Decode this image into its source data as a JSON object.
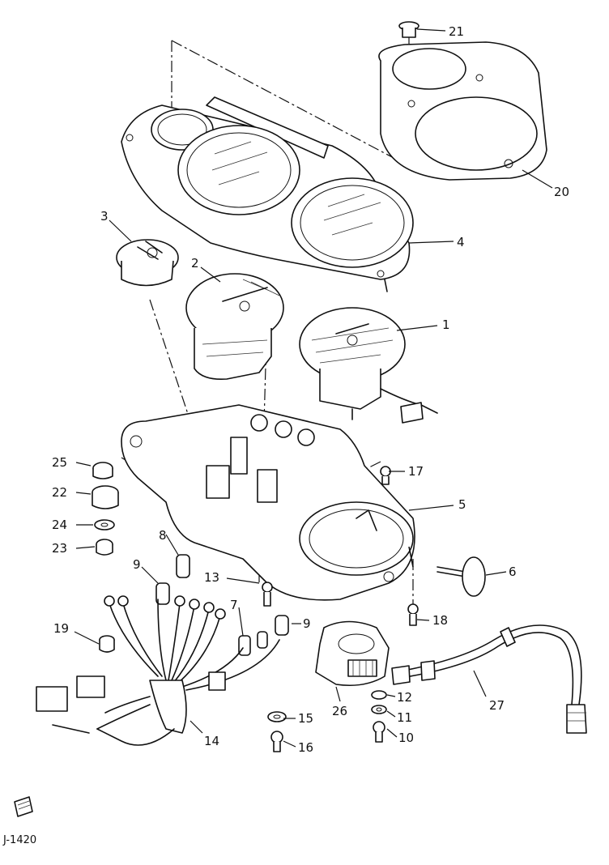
{
  "diagram": {
    "callouts": [
      "1",
      "2",
      "3",
      "4",
      "5",
      "6",
      "7",
      "8",
      "9",
      "9",
      "10",
      "11",
      "12",
      "13",
      "14",
      "15",
      "16",
      "17",
      "18",
      "19",
      "20",
      "21",
      "22",
      "23",
      "24",
      "25",
      "26",
      "27"
    ]
  },
  "footer": {
    "code": "J-1420"
  },
  "icons": {
    "corner_mark": "book-icon"
  }
}
